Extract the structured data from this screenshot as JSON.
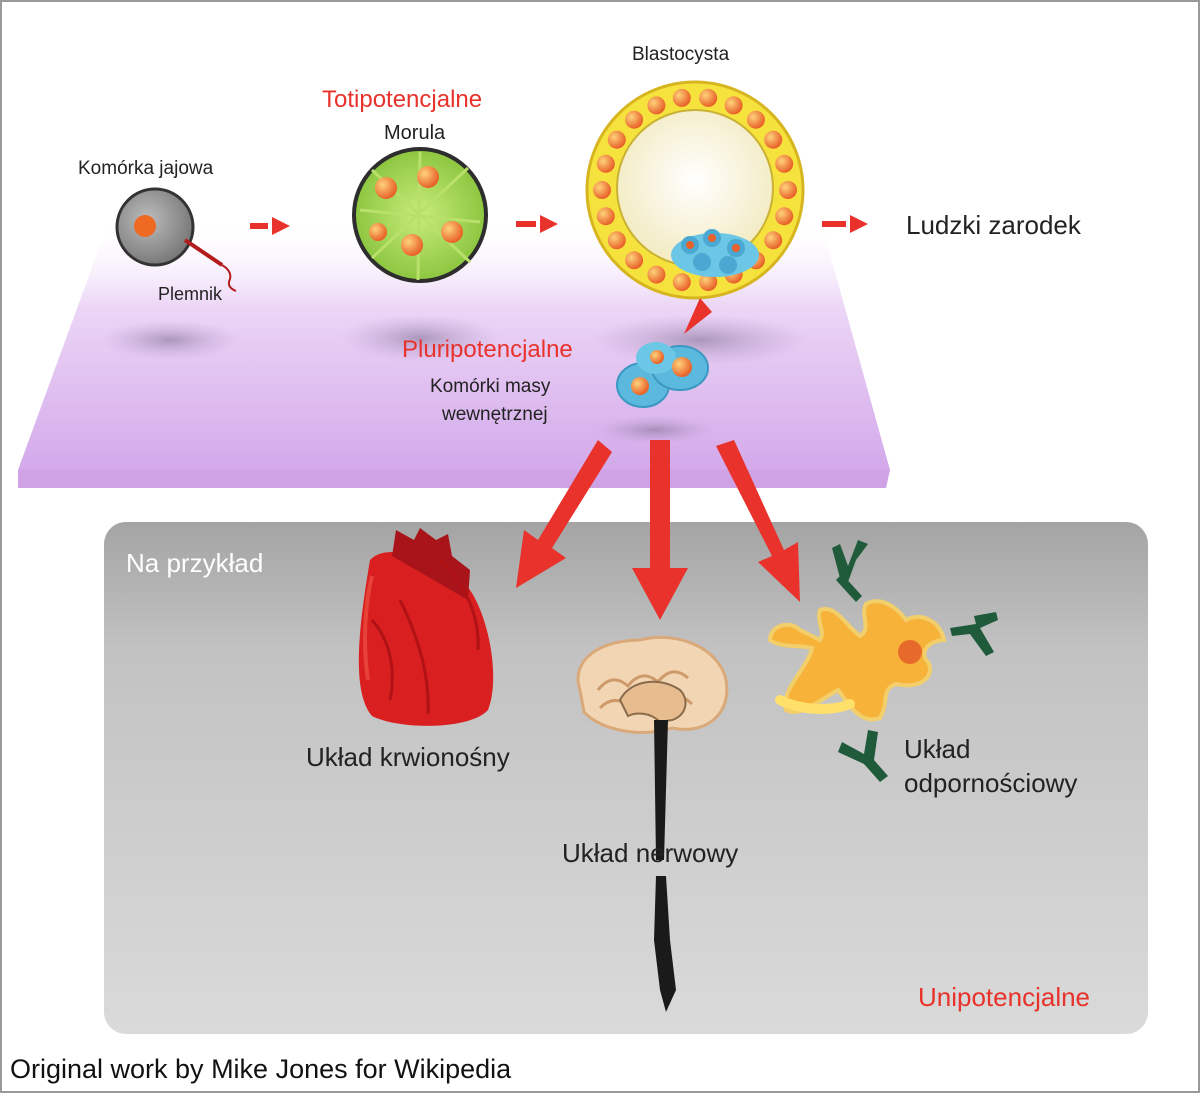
{
  "stages": {
    "zygote": {
      "label": "Komórka jajowa",
      "sperm_label": "Plemnik"
    },
    "morula": {
      "potency": "Totipotencjalne",
      "label": "Morula"
    },
    "blastocyst": {
      "label": "Blastocysta"
    },
    "embryo": {
      "label": "Ludzki zarodek"
    },
    "inner_mass": {
      "potency": "Pluripotencjalne",
      "label_line1": "Komórki masy",
      "label_line2": "wewnętrznej"
    }
  },
  "tissue_panel": {
    "tag": "Na przykład",
    "potency": "Unipotencjalne",
    "systems": {
      "circulatory": "Układ krwionośny",
      "nervous": "Układ nerwowy",
      "immune_line1": "Układ",
      "immune_line2": "odpornościowy"
    }
  },
  "credit": "Original work by Mike Jones for Wikipedia",
  "colors": {
    "arrow_red": "#e8322b",
    "potency_red": "#e8322b",
    "platform_purple": "#dcb8ee",
    "panel_gray": "#a9a9a9",
    "morula_green": "#9cd24a",
    "blastocyst_yellow": "#f6e23c",
    "heart_red": "#d91f1f",
    "immune_orange": "#f7b23a",
    "antibody_green": "#1f5a3a"
  }
}
